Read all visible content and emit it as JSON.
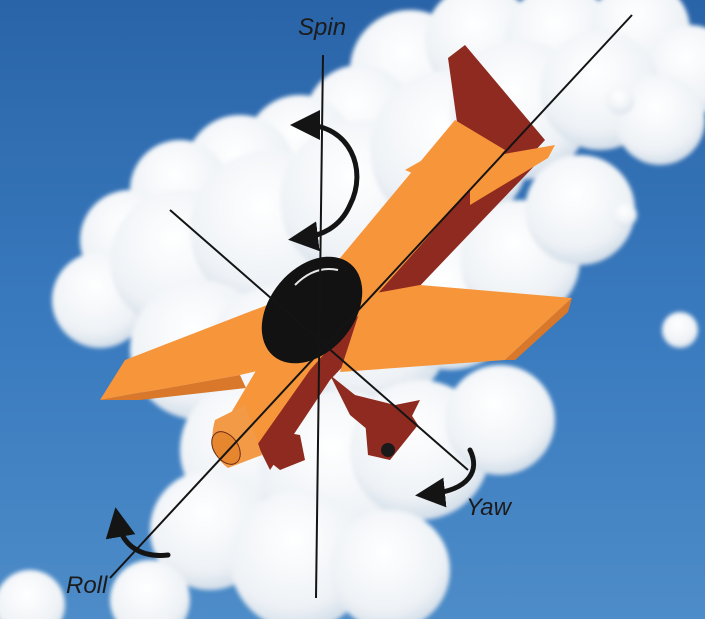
{
  "labels": {
    "spin": "Spin",
    "yaw": "Yaw",
    "roll": "Roll"
  },
  "colors": {
    "sky": "#2f6fb3",
    "cloud": "#f4f6f8",
    "plane_orange": "#f7953a",
    "plane_red": "#8e2a1f",
    "canopy": "#121212",
    "axis_line": "#141414"
  }
}
